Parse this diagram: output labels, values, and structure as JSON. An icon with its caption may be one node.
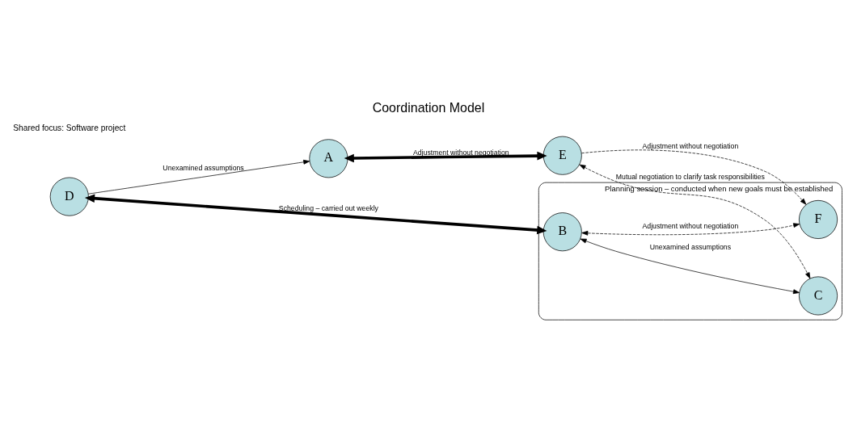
{
  "diagram": {
    "title": "Coordination Model",
    "nodes": [
      {
        "text": [
          "A"
        ]
      },
      {
        "text": [
          "Planning session – conducted when new goals must be established"
        ]
      },
      {
        "text": [
          "B"
        ],
        "in": 1
      },
      {
        "text": [
          "C"
        ],
        "in": 1
      },
      {
        "text": [
          "D"
        ]
      },
      {
        "text": [
          "E"
        ]
      },
      {
        "text": [
          "F"
        ],
        "in": 1
      }
    ],
    "edges": [
      {
        "from": 4,
        "to": 0,
        "arrow": "to",
        "label": "Unexamined assumptions"
      },
      {
        "from": 2,
        "to": 3,
        "arrow": "both",
        "label": "Unexamined assumptions"
      },
      {
        "from": 0,
        "to": 5,
        "arrow": "both",
        "style": "thick",
        "label": "Adjustment without negotiation"
      },
      {
        "from": 4,
        "to": 2,
        "arrow": "both",
        "style": "thick",
        "label": "Scheduling – carried out weekly"
      },
      {
        "from": 5,
        "to": 3,
        "arrow": "both",
        "style": "dashed",
        "label": "Mutual negotiation to clarify task responsibilities"
      },
      {
        "from": 2,
        "to": 6,
        "arrow": "both",
        "style": "dashed",
        "label": "Adjustment without negotiation"
      },
      {
        "from": 5,
        "to": 6,
        "arrow": "to",
        "style": "dashed",
        "label": "Adjustment without negotiation"
      }
    ],
    "labels": [
      "Shared focus: Software project"
    ]
  }
}
